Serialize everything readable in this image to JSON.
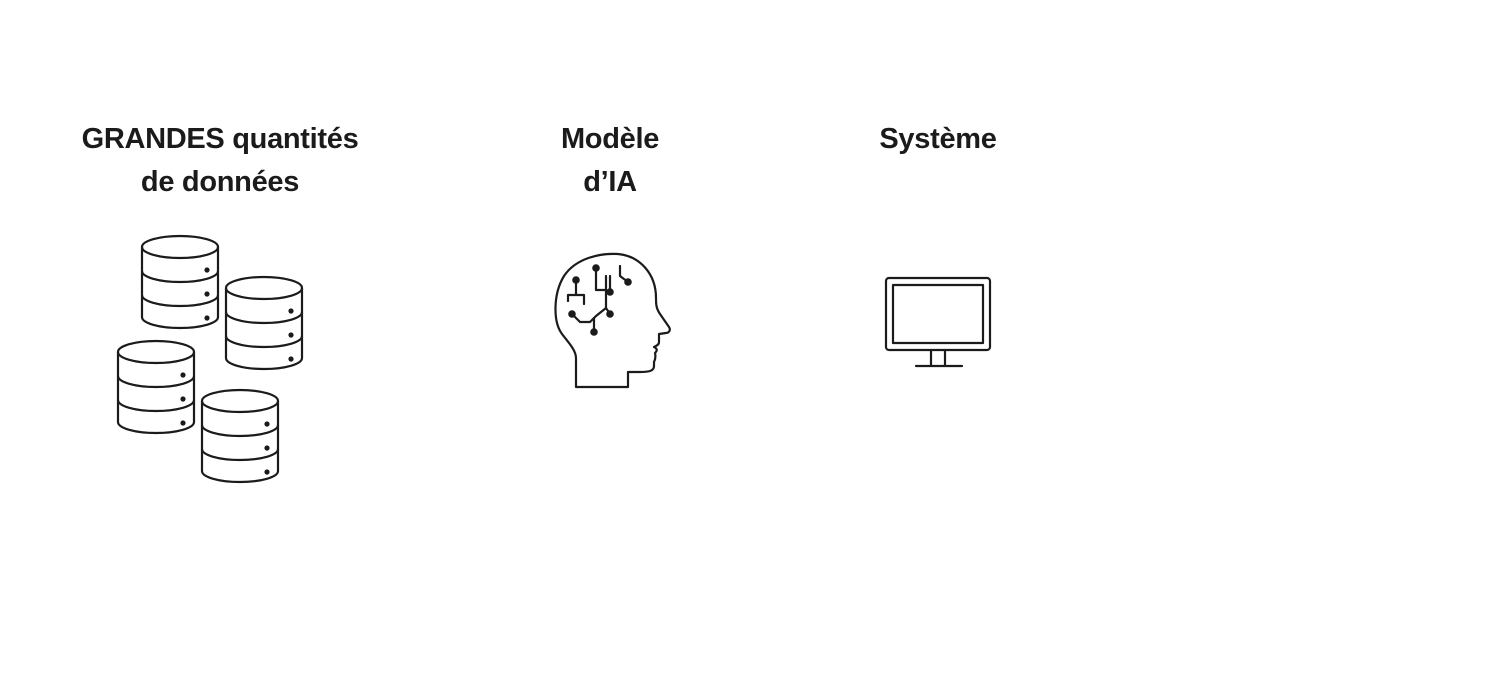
{
  "diagram": {
    "items": [
      {
        "id": "data",
        "label_lines": [
          "GRANDES quantités",
          "de données"
        ],
        "icon": "database-stack-icon"
      },
      {
        "id": "model",
        "label_lines": [
          "Modèle",
          "d’IA"
        ],
        "icon": "ai-brain-icon"
      },
      {
        "id": "system",
        "label_lines": [
          "Système"
        ],
        "icon": "monitor-icon"
      }
    ],
    "colors": {
      "ink": "#1b1b1b",
      "background": "#ffffff"
    }
  }
}
